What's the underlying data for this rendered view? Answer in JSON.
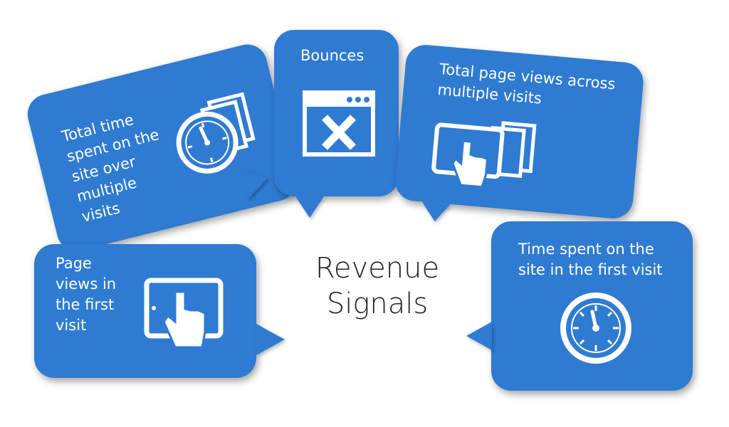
{
  "colors": {
    "bubble": "#2f7bd2",
    "icon": "#ffffff",
    "text": "#222222"
  },
  "center": {
    "title": "Revenue\nSignals"
  },
  "signals": [
    {
      "label": "Total time\nspent on the\nsite over\nmultiple\nvisits",
      "icon": "clock-stack-icon"
    },
    {
      "label": "Bounces",
      "icon": "browser-x-icon"
    },
    {
      "label": "Total page views across\nmultiple visits",
      "icon": "tablet-stack-icon"
    },
    {
      "label": "Page\nviews in\nthe first\nvisit",
      "icon": "tablet-tap-icon"
    },
    {
      "label": "Time spent on the\nsite in the first visit",
      "icon": "clock-icon"
    }
  ]
}
